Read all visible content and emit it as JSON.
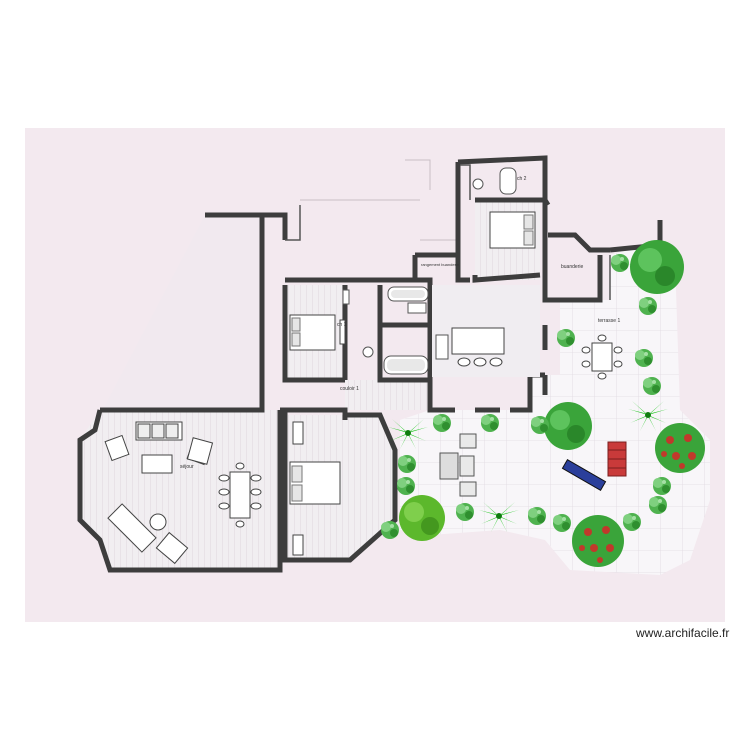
{
  "plan": {
    "room_labels": {
      "sejour": "séjour",
      "ch1": "ch 1",
      "ch2": "ch 2",
      "couloir": "couloir 1",
      "terrasse": "terrasse 1",
      "buanderie": "buanderie",
      "rangement": "rangement buanderie"
    },
    "colors": {
      "page": "#f3e9ef",
      "floor": "#f1eef1",
      "wall": "#3d3d3d",
      "terrace_tile": "#f7f5f8",
      "palm": "#19c419",
      "bush": "#3aa43a",
      "flower_red": "#c0392b"
    },
    "icons": [
      "palm-tree-icon",
      "round-bush-icon",
      "flowering-bush-icon",
      "bed-icon",
      "sofa-icon",
      "dining-table-icon",
      "bathtub-icon",
      "deck-chair-icon"
    ]
  },
  "footer": {
    "credit": "www.archifacile.fr"
  }
}
